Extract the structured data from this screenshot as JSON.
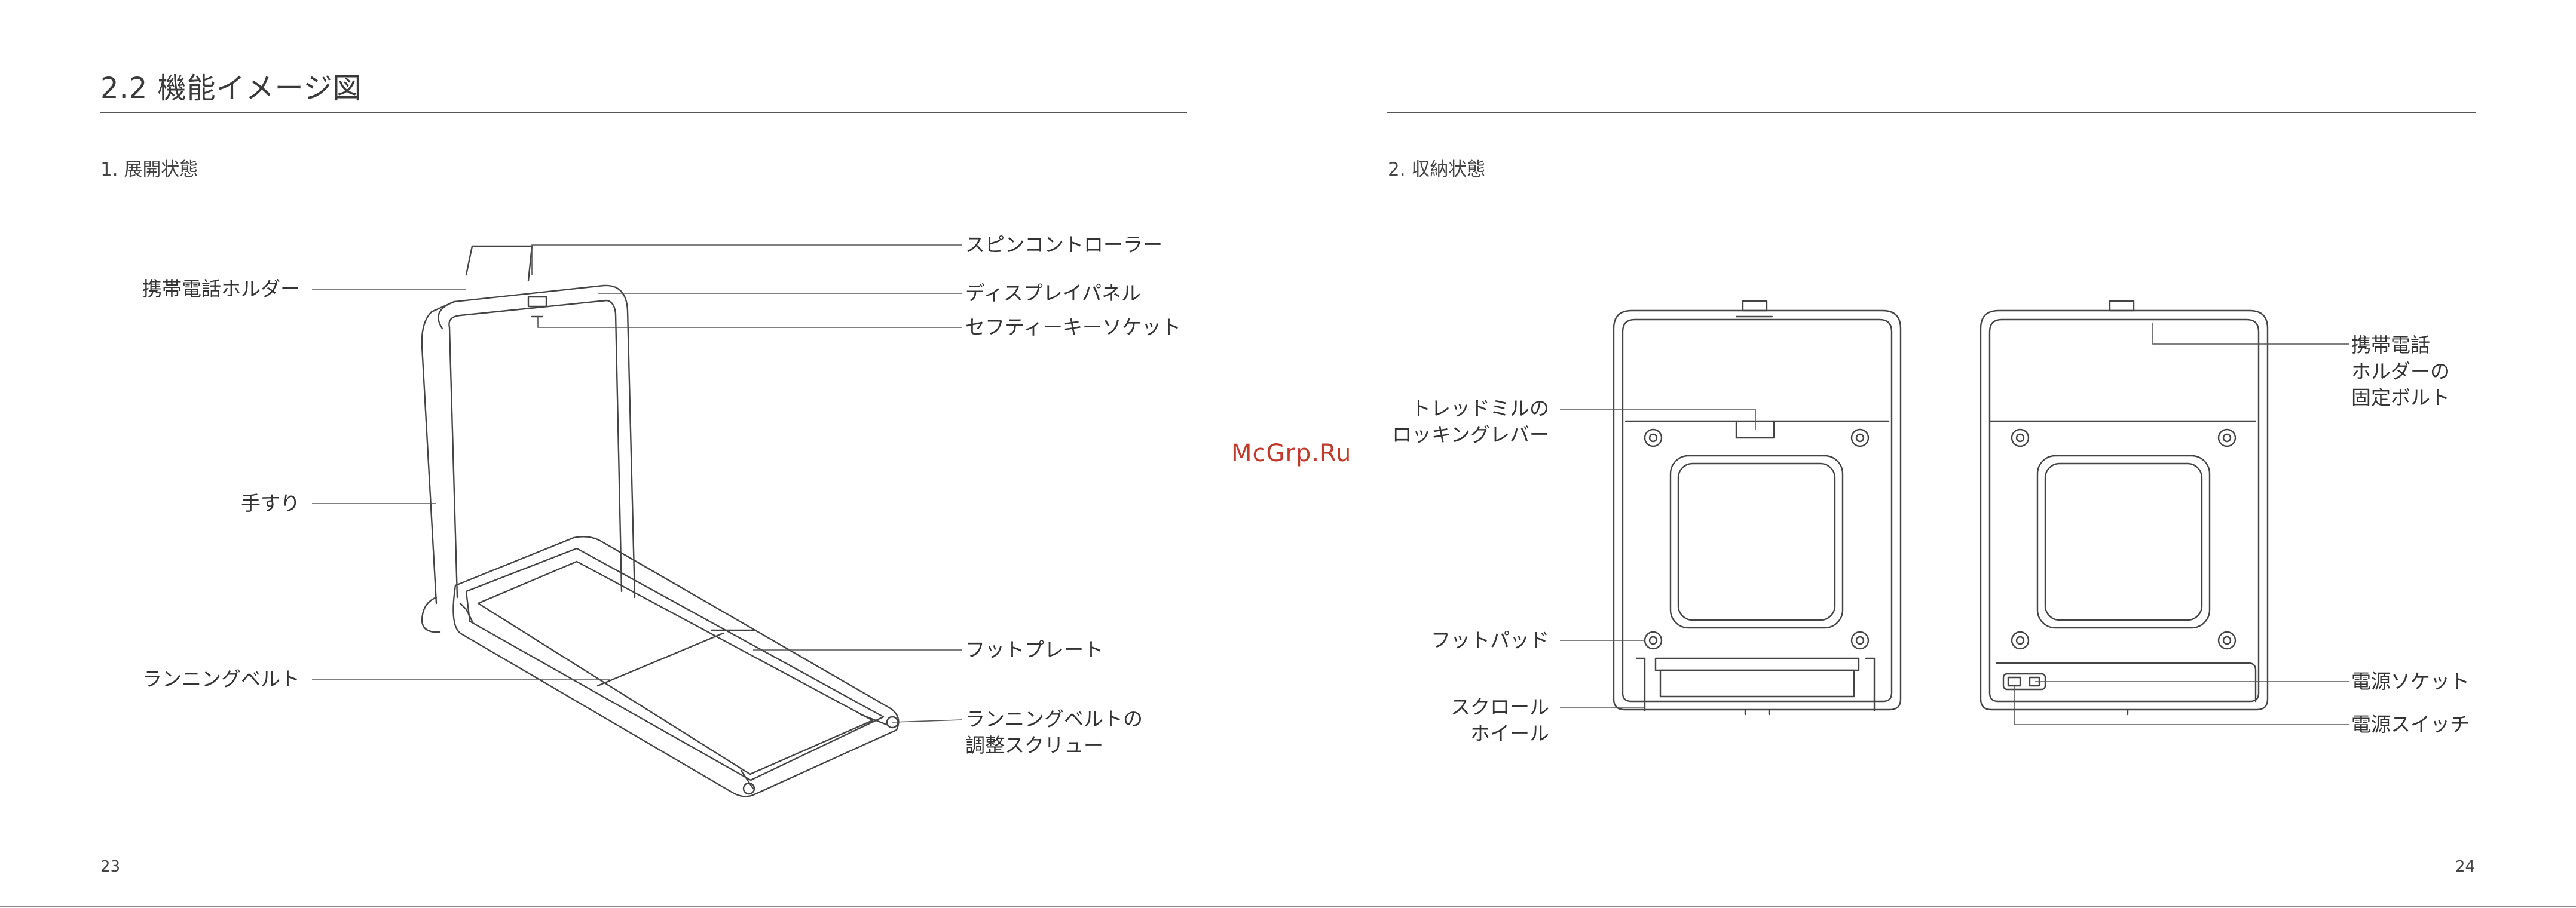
{
  "left_page": {
    "title": "2.2 機能イメージ図",
    "section": "1. 展開状態",
    "page_number": "23",
    "labels": {
      "phone_holder": "携帯電話ホルダー",
      "handrail": "手すり",
      "running_belt": "ランニングベルト",
      "spin_controller": "スピンコントローラー",
      "display_panel": "ディスプレイパネル",
      "safety_key_socket": "セフティーキーソケット",
      "foot_plate": "フットプレート",
      "belt_adjust_line1": "ランニングベルトの",
      "belt_adjust_line2": "調整スクリュー"
    }
  },
  "right_page": {
    "section": "2. 収納状態",
    "page_number": "24",
    "labels": {
      "lock_lever_line1": "トレッドミルの",
      "lock_lever_line2": "ロッキングレバー",
      "foot_pad": "フットパッド",
      "scroll_wheel_line1": "スクロール",
      "scroll_wheel_line2": "ホイール",
      "holder_bolt_line1": "携帯電話",
      "holder_bolt_line2": "ホルダーの",
      "holder_bolt_line3": "固定ボルト",
      "power_socket": "電源ソケット",
      "power_switch": "電源スイッチ"
    }
  },
  "watermark": "McGrp.Ru"
}
